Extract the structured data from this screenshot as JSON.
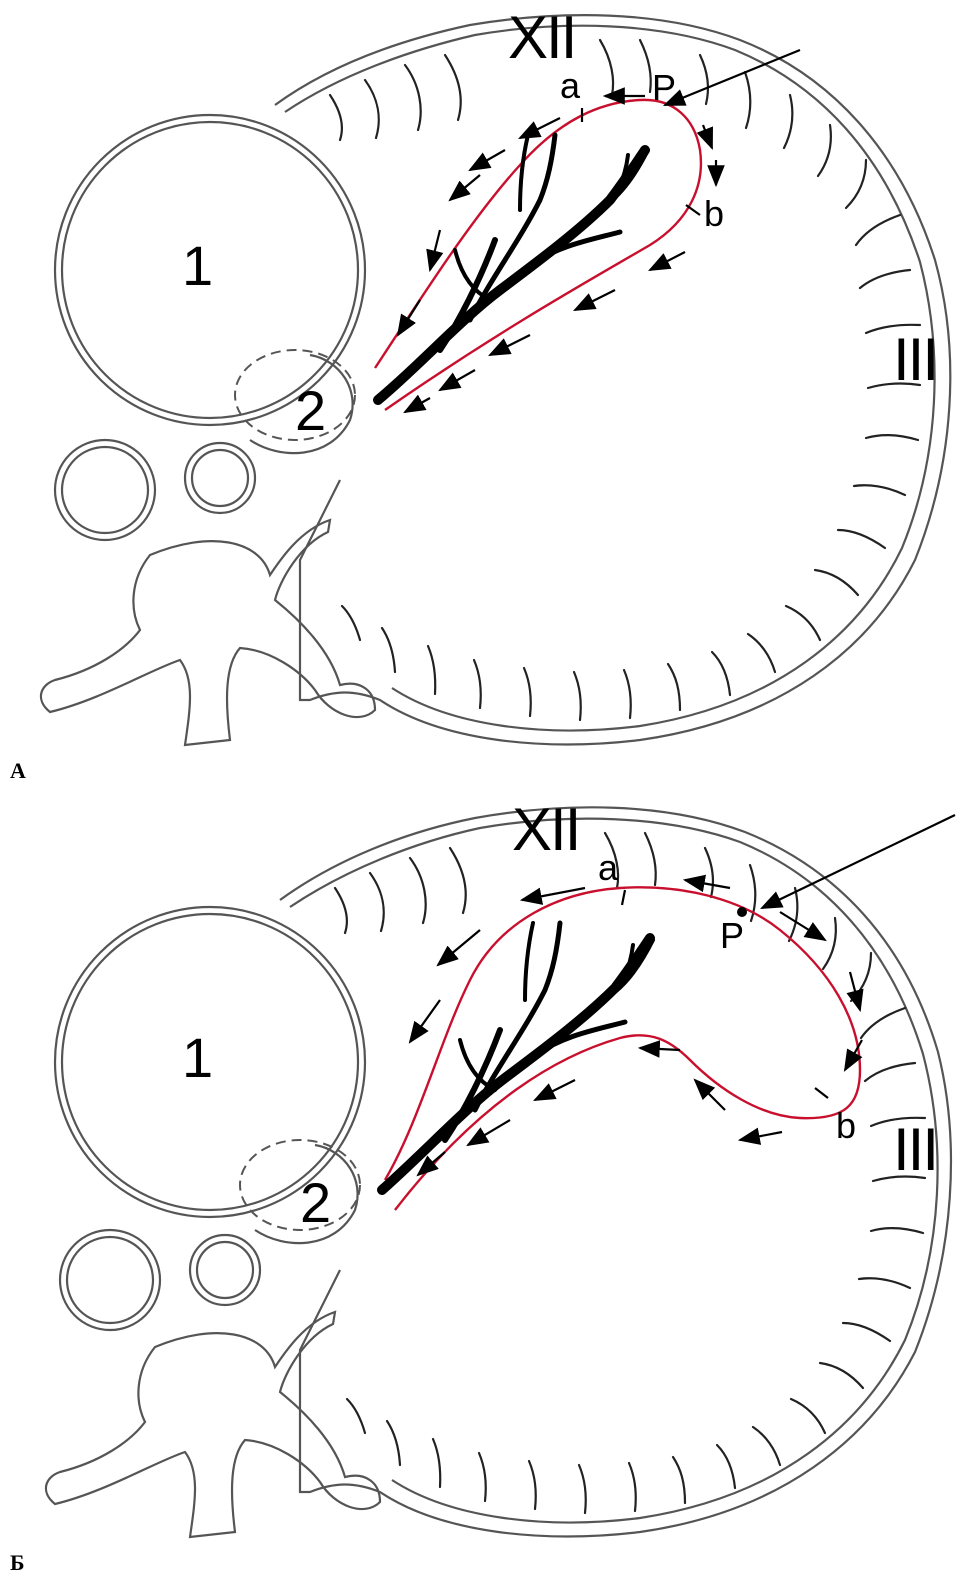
{
  "panels": [
    {
      "id": "A",
      "letter": "А",
      "labels": {
        "organ_1": "1",
        "organ_2": "2",
        "rib_top": "XII",
        "rib_side": "III",
        "point_a": "a",
        "point_b": "b",
        "point_p": "P"
      }
    },
    {
      "id": "B",
      "letter": "Б",
      "labels": {
        "organ_1": "1",
        "organ_2": "2",
        "rib_top": "XII",
        "rib_side": "III",
        "point_a": "a",
        "point_b": "b",
        "point_p": "P"
      }
    }
  ],
  "colors": {
    "incision_line": "#c8102e",
    "outline": "#555555",
    "vessels": "#000000"
  }
}
